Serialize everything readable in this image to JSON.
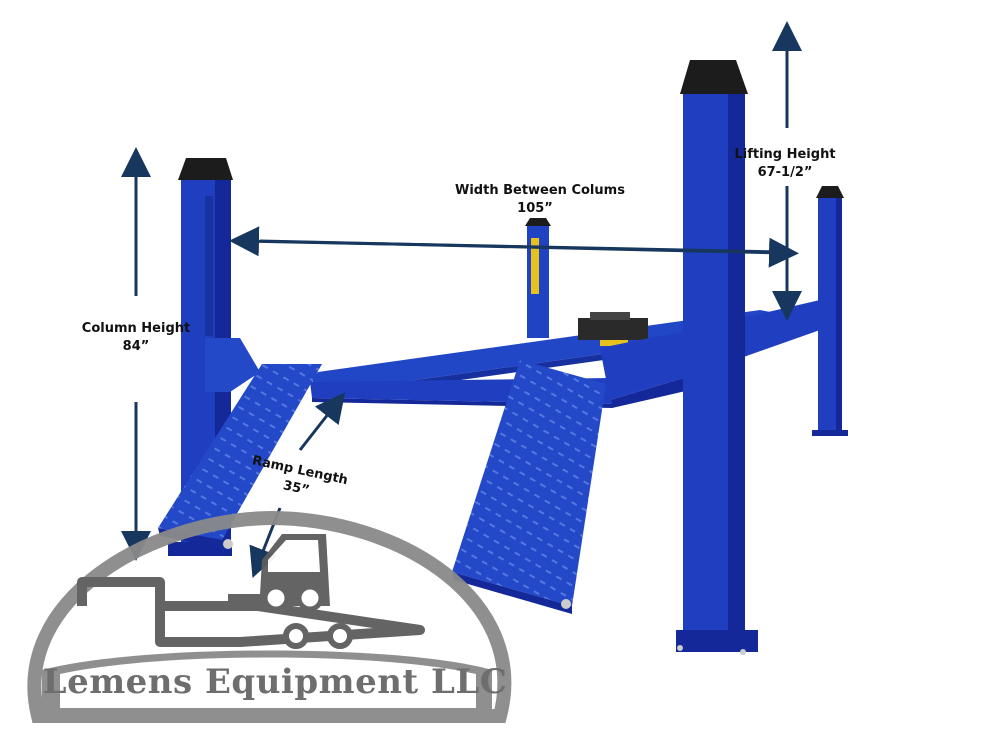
{
  "labels": {
    "width_between_columns": {
      "title": "Width Between Colums",
      "value": "105”"
    },
    "lifting_height": {
      "title": "Lifting Height",
      "value": "67-1/2”"
    },
    "column_height": {
      "title": "Column Height",
      "value": "84”"
    },
    "ramp_length": {
      "title": "Ramp Length",
      "value": "35”"
    }
  },
  "logo": {
    "company_name": "Lemens Equipment LLC"
  },
  "colors": {
    "lift_blue": "#1f3fc0",
    "lift_blue_dark": "#14289a",
    "arrow_navy": "#17375e",
    "logo_gray": "#6e6e6e",
    "cap_black": "#1c1c1c"
  }
}
